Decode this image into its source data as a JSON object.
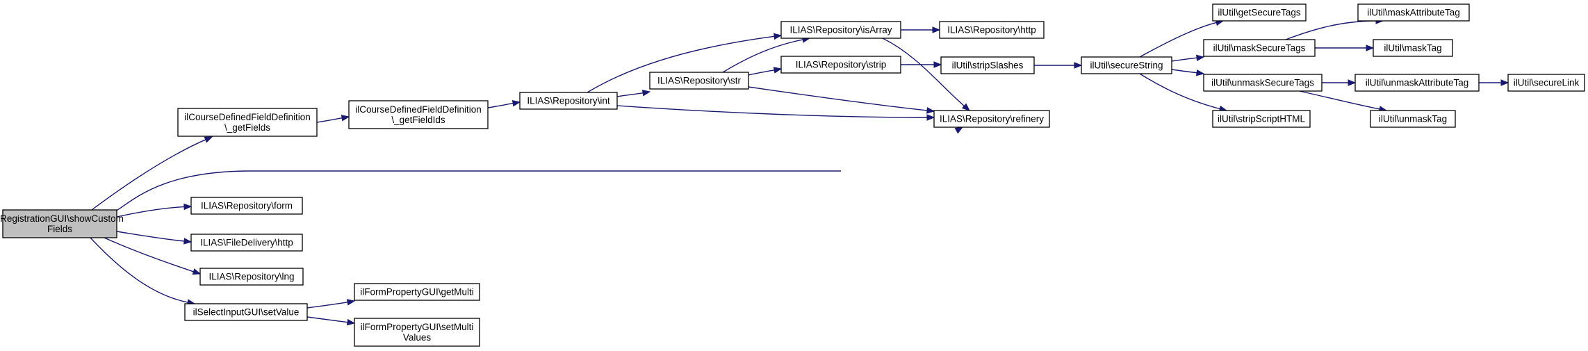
{
  "diagram": {
    "nodes": [
      {
        "id": "root",
        "lines": [
          "ilRegistrationGUI\\showCustom",
          "Fields"
        ],
        "highlight": true
      },
      {
        "id": "getFields",
        "lines": [
          "ilCourseDefinedFieldDefinition",
          "\\_getFields"
        ]
      },
      {
        "id": "getFieldIds",
        "lines": [
          "ilCourseDefinedFieldDefinition",
          "\\_getFieldIds"
        ]
      },
      {
        "id": "int",
        "lines": [
          "ILIAS\\Repository\\int"
        ]
      },
      {
        "id": "str",
        "lines": [
          "ILIAS\\Repository\\str"
        ]
      },
      {
        "id": "isArray",
        "lines": [
          "ILIAS\\Repository\\isArray"
        ]
      },
      {
        "id": "http1",
        "lines": [
          "ILIAS\\Repository\\http"
        ]
      },
      {
        "id": "strip",
        "lines": [
          "ILIAS\\Repository\\strip"
        ]
      },
      {
        "id": "refinery",
        "lines": [
          "ILIAS\\Repository\\refinery"
        ]
      },
      {
        "id": "stripSlashes",
        "lines": [
          "ilUtil\\stripSlashes"
        ]
      },
      {
        "id": "secureString",
        "lines": [
          "ilUtil\\secureString"
        ]
      },
      {
        "id": "getSecureTags",
        "lines": [
          "ilUtil\\getSecureTags"
        ]
      },
      {
        "id": "maskSecureTags",
        "lines": [
          "ilUtil\\maskSecureTags"
        ]
      },
      {
        "id": "maskAttributeTag",
        "lines": [
          "ilUtil\\maskAttributeTag"
        ]
      },
      {
        "id": "maskTag",
        "lines": [
          "ilUtil\\maskTag"
        ]
      },
      {
        "id": "unmaskSecureTags",
        "lines": [
          "ilUtil\\unmaskSecureTags"
        ]
      },
      {
        "id": "unmaskAttributeTag",
        "lines": [
          "ilUtil\\unmaskAttributeTag"
        ]
      },
      {
        "id": "secureLink",
        "lines": [
          "ilUtil\\secureLink"
        ]
      },
      {
        "id": "unmaskTag",
        "lines": [
          "ilUtil\\unmaskTag"
        ]
      },
      {
        "id": "stripScriptHTML",
        "lines": [
          "ilUtil\\stripScriptHTML"
        ]
      },
      {
        "id": "form",
        "lines": [
          "ILIAS\\Repository\\form"
        ]
      },
      {
        "id": "fdHttp",
        "lines": [
          "ILIAS\\FileDelivery\\http"
        ]
      },
      {
        "id": "lng",
        "lines": [
          "ILIAS\\Repository\\lng"
        ]
      },
      {
        "id": "setValue",
        "lines": [
          "ilSelectInputGUI\\setValue"
        ]
      },
      {
        "id": "getMulti",
        "lines": [
          "ilFormPropertyGUI\\getMulti"
        ]
      },
      {
        "id": "setMultiValues",
        "lines": [
          "ilFormPropertyGUI\\setMulti",
          "Values"
        ]
      }
    ],
    "edges": [
      {
        "from": "root",
        "to": "getFields"
      },
      {
        "from": "root",
        "to": "refinery"
      },
      {
        "from": "root",
        "to": "form"
      },
      {
        "from": "root",
        "to": "fdHttp"
      },
      {
        "from": "root",
        "to": "lng"
      },
      {
        "from": "root",
        "to": "setValue"
      },
      {
        "from": "getFields",
        "to": "getFieldIds"
      },
      {
        "from": "getFieldIds",
        "to": "int"
      },
      {
        "from": "int",
        "to": "isArray"
      },
      {
        "from": "int",
        "to": "str"
      },
      {
        "from": "int",
        "to": "refinery"
      },
      {
        "from": "str",
        "to": "isArray"
      },
      {
        "from": "str",
        "to": "strip"
      },
      {
        "from": "str",
        "to": "refinery"
      },
      {
        "from": "isArray",
        "to": "http1"
      },
      {
        "from": "isArray",
        "to": "refinery"
      },
      {
        "from": "strip",
        "to": "stripSlashes"
      },
      {
        "from": "stripSlashes",
        "to": "secureString"
      },
      {
        "from": "secureString",
        "to": "getSecureTags"
      },
      {
        "from": "secureString",
        "to": "maskSecureTags"
      },
      {
        "from": "secureString",
        "to": "unmaskSecureTags"
      },
      {
        "from": "secureString",
        "to": "stripScriptHTML"
      },
      {
        "from": "maskSecureTags",
        "to": "maskAttributeTag"
      },
      {
        "from": "maskSecureTags",
        "to": "maskTag"
      },
      {
        "from": "unmaskSecureTags",
        "to": "unmaskAttributeTag"
      },
      {
        "from": "unmaskSecureTags",
        "to": "unmaskTag"
      },
      {
        "from": "unmaskAttributeTag",
        "to": "secureLink"
      },
      {
        "from": "setValue",
        "to": "getMulti"
      },
      {
        "from": "setValue",
        "to": "setMultiValues"
      }
    ]
  }
}
